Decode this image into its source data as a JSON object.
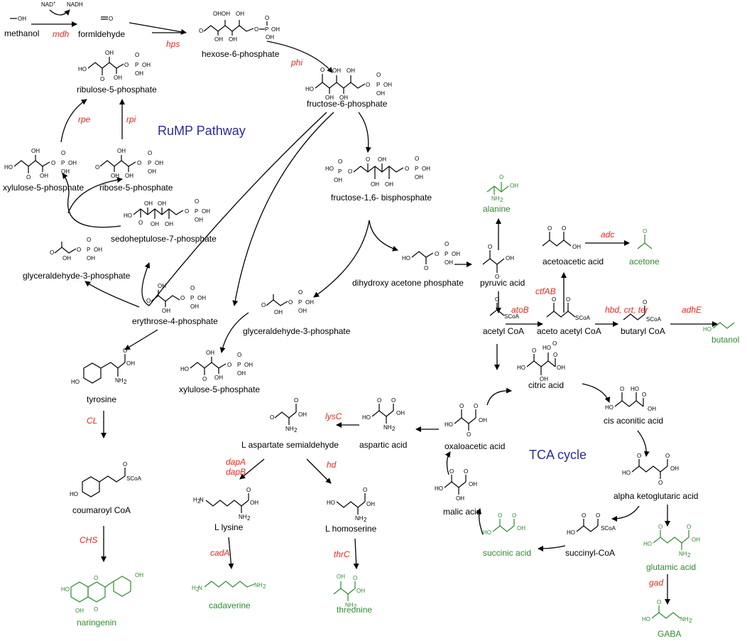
{
  "titles": {
    "rump": "RuMP Pathway",
    "tca": "TCA cycle"
  },
  "cofactors": {
    "nad": "NAD",
    "nad_sup": "+",
    "nadh": "NADH"
  },
  "compounds": {
    "methanol": "methanol",
    "formaldehyde": "formldehyde",
    "hexose6p": "hexose-6-phosphate",
    "fructose6p": "fructose-6-phosphate",
    "ribulose5p": "ribulose-5-phosphate",
    "xylulose5p_left": "xylulose-5-phosphate",
    "ribose5p": "ribose-5-phosphate",
    "fructose16bp": "fructose-1,6- bisphosphate",
    "sedoheptulose7p": "sedoheptulose-7-phosphate",
    "glyceraldehyde3p_left": "glyceraldehyde-3-phosphate",
    "dhap": "dihydroxy acetone phosphate",
    "glyceraldehyde3p_mid": "glyceraldehyde-3-phosphate",
    "erythrose4p": "erythrose-4-phosphate",
    "xylulose5p_mid": "xylulose-5-phosphate",
    "alanine": "alanine",
    "pyruvic": "pyruvic acid",
    "acetoacetic": "acetoacetic acid",
    "acetone": "acetone",
    "acetylcoa": "acetyl CoA",
    "acetoacetylcoa": "aceto acetyl CoA",
    "butarylcoa": "butaryl CoA",
    "butanol": "butanol",
    "tyrosine": "tyrosine",
    "citric": "citric acid",
    "cisaconitic": "cis aconitic acid",
    "aspartic": "aspartic acid",
    "oxaloacetic": "oxaloacetic acid",
    "laspsemi": "L aspartate semialdehyde",
    "coumaroyl": "coumaroyl CoA",
    "alphakg": "alpha ketoglutaric acid",
    "llysine": "L lysine",
    "lhomoserine": "L homoserine",
    "malic": "malic acid",
    "succinylcoa": "succinyl-CoA",
    "glutamic": "glutamic acid",
    "succinic": "succinic acid",
    "naringenin": "naringenin",
    "cadaverine": "cadaverine",
    "threonine": "threonine",
    "gaba": "GABA"
  },
  "enzymes": {
    "mdh": "mdh",
    "hps": "hps",
    "phi": "phi",
    "rpe": "rpe",
    "rpi": "rpi",
    "adc": "adc",
    "ctfab": "ctfAB",
    "atob": "atoB",
    "hbd": "hbd, crt, ter",
    "adhe": "adhE",
    "lysc": "lysC",
    "cl": "CL",
    "dapa": "dapA",
    "dapb": "dapB",
    "hd": "hd",
    "chs": "CHS",
    "cada": "cadA",
    "thrc": "thrC",
    "gad": "gad"
  },
  "atoms": {
    "oh": "OH",
    "ho": "HO",
    "o": "O",
    "p": "P",
    "nh2": "NH",
    "nh2_sub": "2",
    "h2n": "H",
    "scoa": "SCoA"
  },
  "colors": {
    "product": "#2e8b2e",
    "enzyme": "#e8281e",
    "title": "#2b2b9a"
  }
}
